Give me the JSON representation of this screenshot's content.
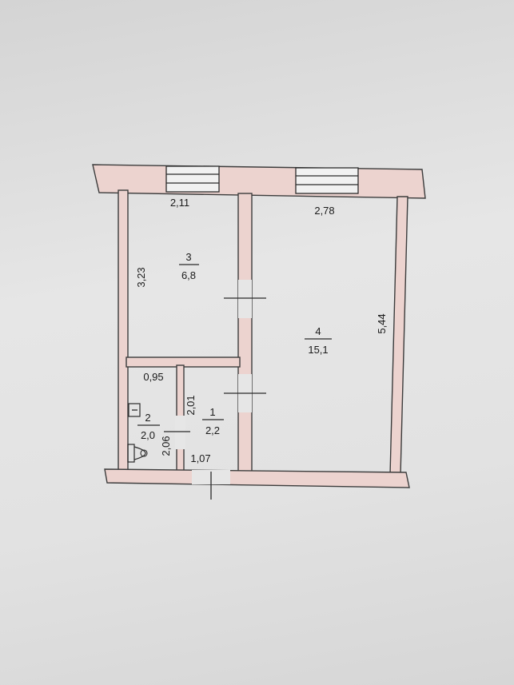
{
  "floor_plan": {
    "rooms": [
      {
        "number": "1",
        "area": "2,2"
      },
      {
        "number": "2",
        "area": "2,0"
      },
      {
        "number": "3",
        "area": "6,8"
      },
      {
        "number": "4",
        "area": "15,1"
      }
    ],
    "dimensions": {
      "room3_width": "2,11",
      "room4_width": "2,78",
      "room3_height": "3,23",
      "room4_height": "5,44",
      "bath_width": "0,95",
      "hall_height": "2,01",
      "bath_height": "2,06",
      "hall_width": "1,07"
    },
    "colors": {
      "wall_fill": "#ecd3cf",
      "line": "#2a2a2a",
      "paper": "#e2e2e2"
    },
    "icons": [
      "toilet-icon",
      "sink-icon",
      "window-icon",
      "door-icon"
    ]
  }
}
